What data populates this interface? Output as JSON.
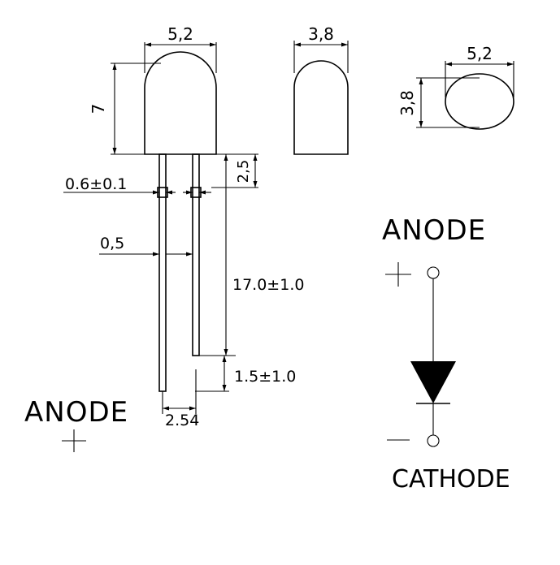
{
  "dimensions": {
    "body_width": "5,2",
    "body_height": "7",
    "side_width": "3,8",
    "top_width": "5,2",
    "top_depth": "3,8",
    "lead_width": "0.6±0.1",
    "collar": "2,5",
    "lead_gap": "0,5",
    "lead_length": "17.0±1.0",
    "lead_diff": "1.5±1.0",
    "pitch": "2.54"
  },
  "labels": {
    "anode_left": "ANODE",
    "plus_left": "+",
    "anode_right": "ANODE",
    "plus_right": "+",
    "minus": "−",
    "cathode": "CATHODE"
  }
}
